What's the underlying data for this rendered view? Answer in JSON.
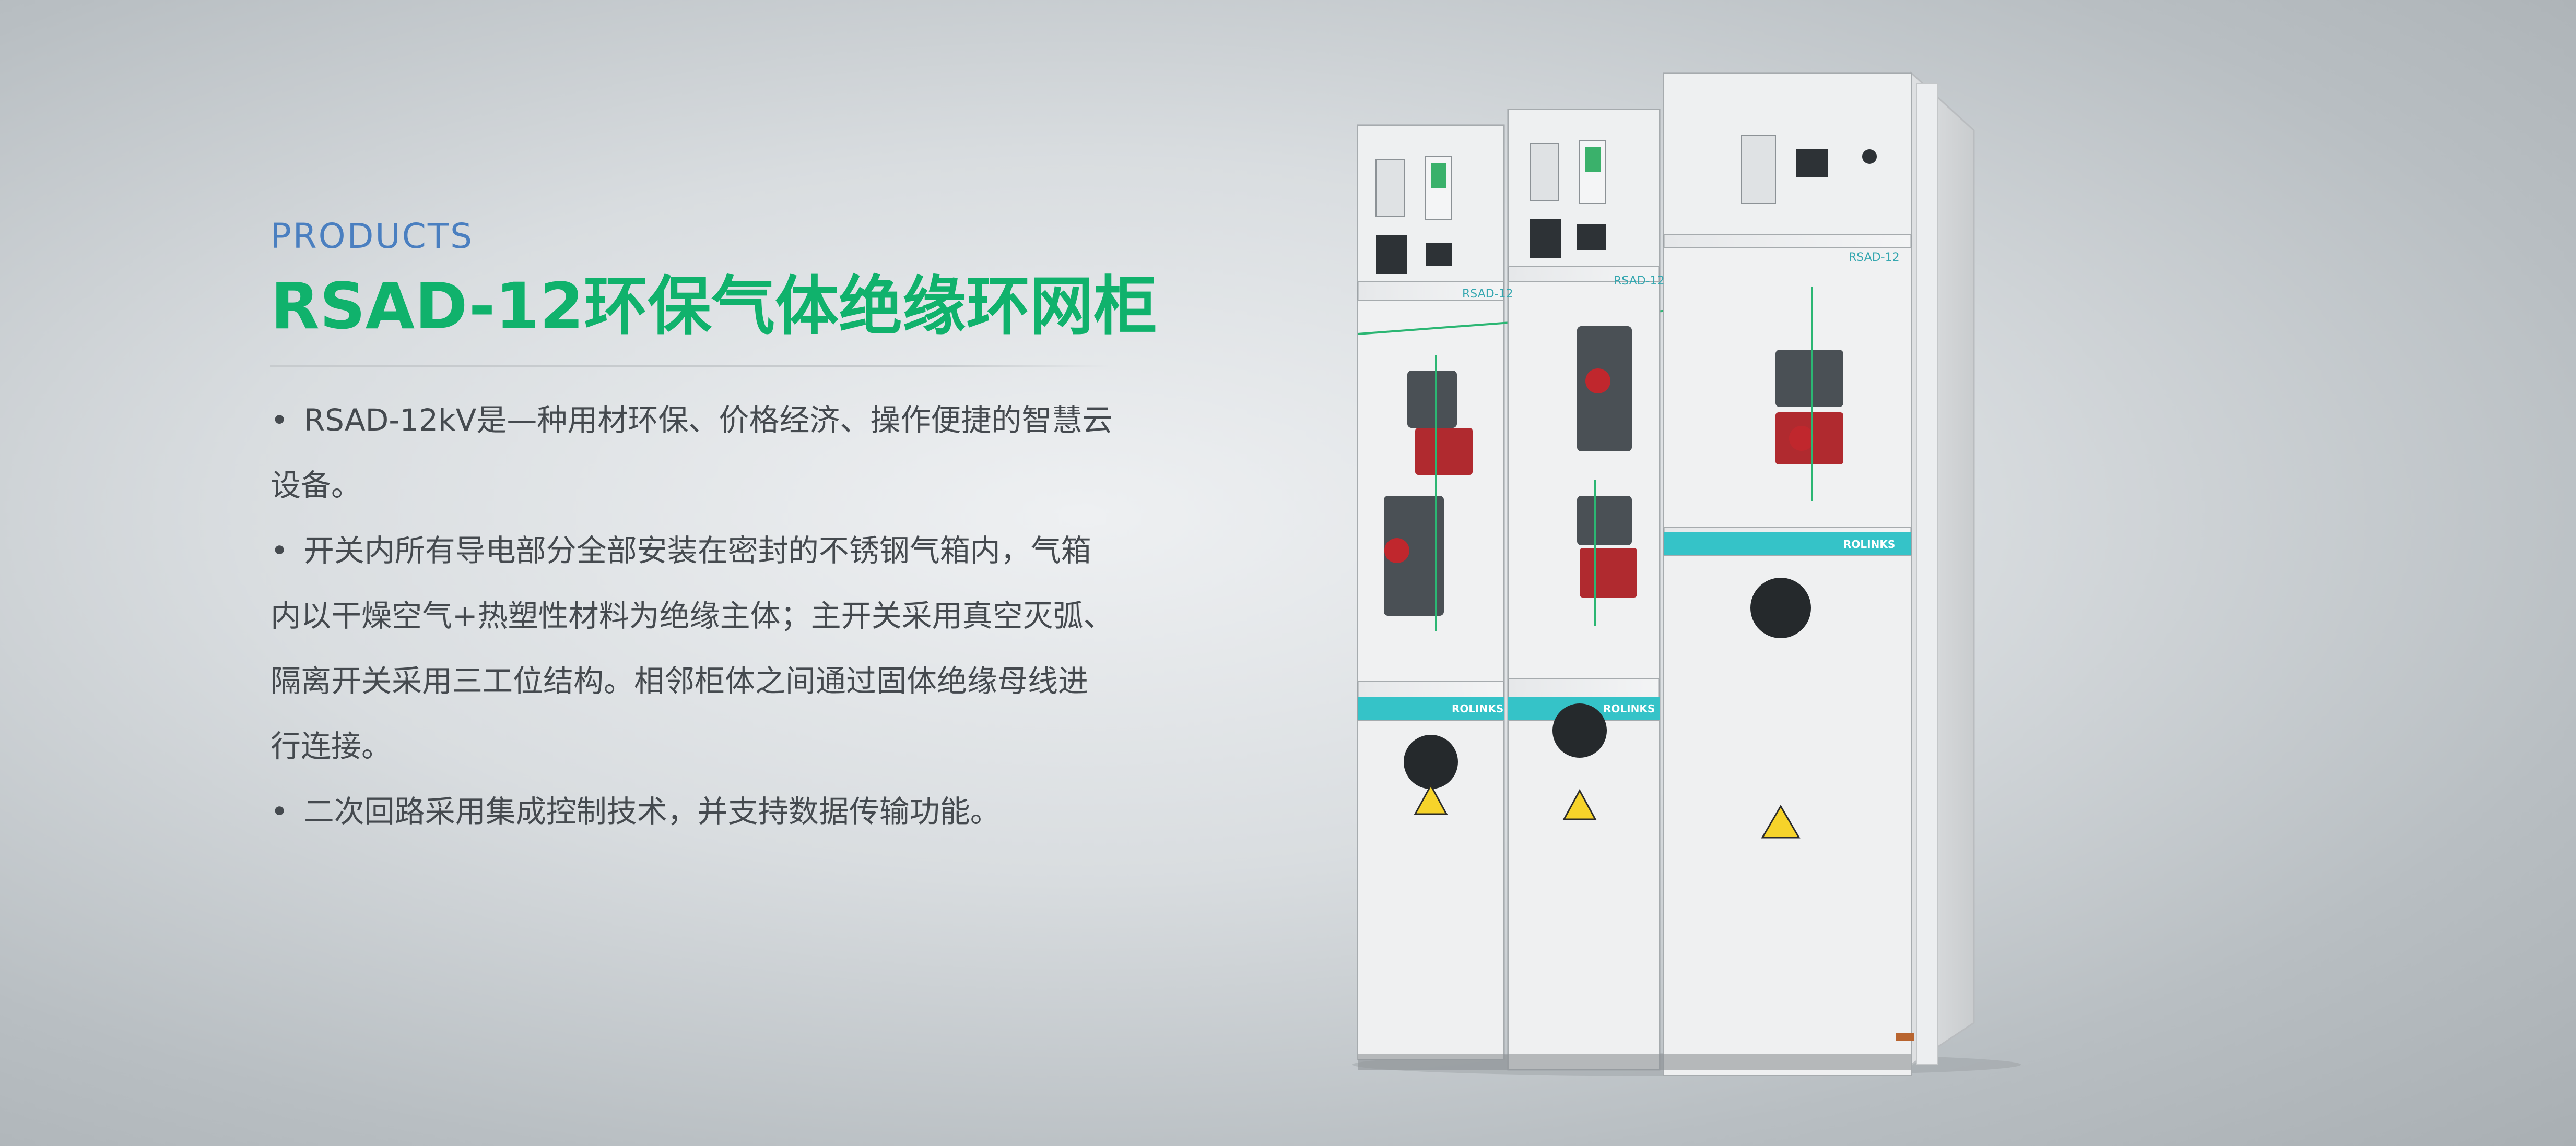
{
  "header": {
    "label": "PRODUCTS",
    "title": "RSAD-12环保气体绝缘环网柜"
  },
  "description": {
    "bullets": [
      "RSAD-12kV是—种用材环保、价格经济、操作便捷的智慧云设备。",
      "开关内所有导电部分全部安装在密封的不锈钢气箱内，气箱内以干燥空气+热塑性材料为绝缘主体；主开关采用真空灭弧、隔离开关采用三工位结构。相邻柜体之间通过固体绝缘母线进行连接。",
      "二次回路采用集成控制技术，并支持数据传输功能。"
    ]
  },
  "product": {
    "cabinet_labels": [
      "RSAD-12",
      "RSAD-12",
      "RSAD-12"
    ],
    "brand_labels": [
      "ROLINKS",
      "ROLINKS",
      "ROLINKS"
    ],
    "colors": {
      "accent_green": "#10b26c",
      "label_blue": "#4a7fc0",
      "teal": "#35c3c8",
      "red": "#c0272d"
    }
  }
}
